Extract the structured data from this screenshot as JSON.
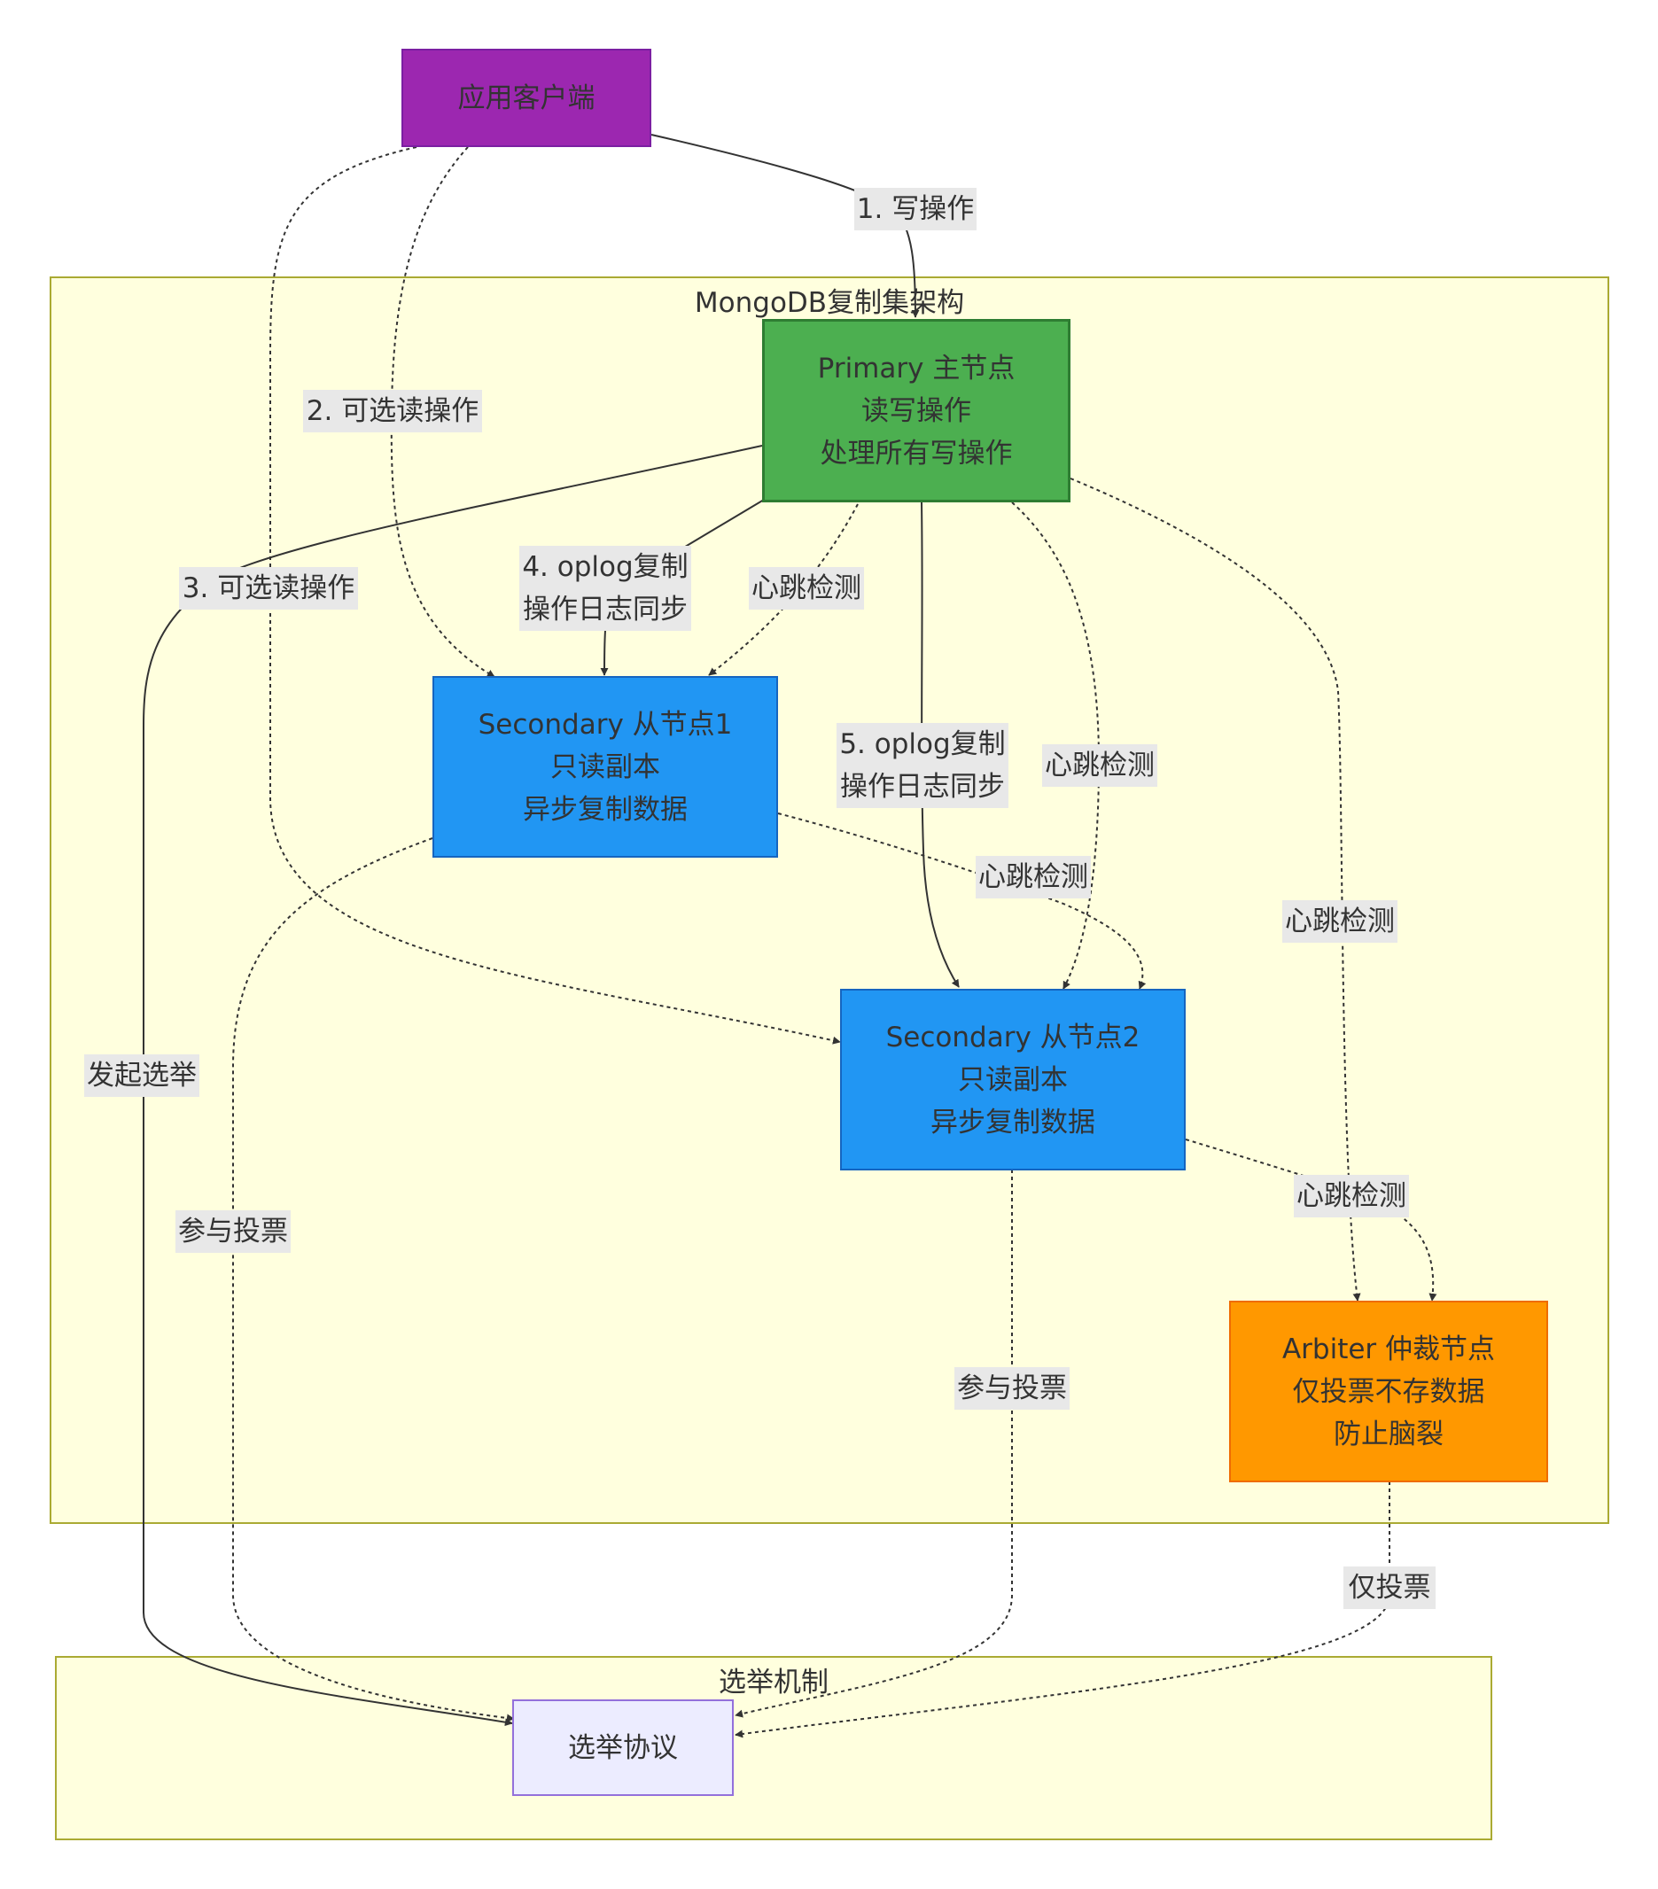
{
  "colors": {
    "client_fill": "#9c27b0",
    "client_stroke": "#7b1fa2",
    "primary_fill": "#4caf50",
    "primary_stroke": "#2e7d32",
    "secondary_fill": "#2196f3",
    "secondary_stroke": "#1565c0",
    "arbiter_fill": "#ff9800",
    "arbiter_stroke": "#ef6c00",
    "election_fill": "#ececff",
    "election_stroke": "#9370db",
    "cluster_fill": "#ffffde",
    "cluster_stroke": "#aaaa33",
    "edge": "#333333",
    "label_bg": "#e8e8e8"
  },
  "clusters": {
    "replica_set": {
      "title": "MongoDB复制集架构"
    },
    "election": {
      "title": "选举机制"
    }
  },
  "nodes": {
    "client": {
      "lines": [
        "应用客户端"
      ]
    },
    "primary": {
      "lines": [
        "Primary 主节点",
        "读写操作",
        "处理所有写操作"
      ]
    },
    "secondary1": {
      "lines": [
        "Secondary 从节点1",
        "只读副本",
        "异步复制数据"
      ]
    },
    "secondary2": {
      "lines": [
        "Secondary 从节点2",
        "只读副本",
        "异步复制数据"
      ]
    },
    "arbiter": {
      "lines": [
        "Arbiter 仲裁节点",
        "仅投票不存数据",
        "防止脑裂"
      ]
    },
    "election_protocol": {
      "lines": [
        "选举协议"
      ]
    }
  },
  "edges": {
    "write": {
      "lines": [
        "1. 写操作"
      ]
    },
    "read_s1": {
      "lines": [
        "2. 可选读操作"
      ]
    },
    "read_s2": {
      "lines": [
        "3. 可选读操作"
      ]
    },
    "oplog_s1": {
      "lines": [
        "4. oplog复制",
        "操作日志同步"
      ]
    },
    "oplog_s2": {
      "lines": [
        "5. oplog复制",
        "操作日志同步"
      ]
    },
    "hb_p_s1": {
      "lines": [
        "心跳检测"
      ]
    },
    "hb_p_s2": {
      "lines": [
        "心跳检测"
      ]
    },
    "hb_s1_s2": {
      "lines": [
        "心跳检测"
      ]
    },
    "hb_p_arb": {
      "lines": [
        "心跳检测"
      ]
    },
    "hb_s2_arb": {
      "lines": [
        "心跳检测"
      ]
    },
    "elect": {
      "lines": [
        "发起选举"
      ]
    },
    "vote_s1": {
      "lines": [
        "参与投票"
      ]
    },
    "vote_s2": {
      "lines": [
        "参与投票"
      ]
    },
    "vote_arb": {
      "lines": [
        "仅投票"
      ]
    }
  }
}
